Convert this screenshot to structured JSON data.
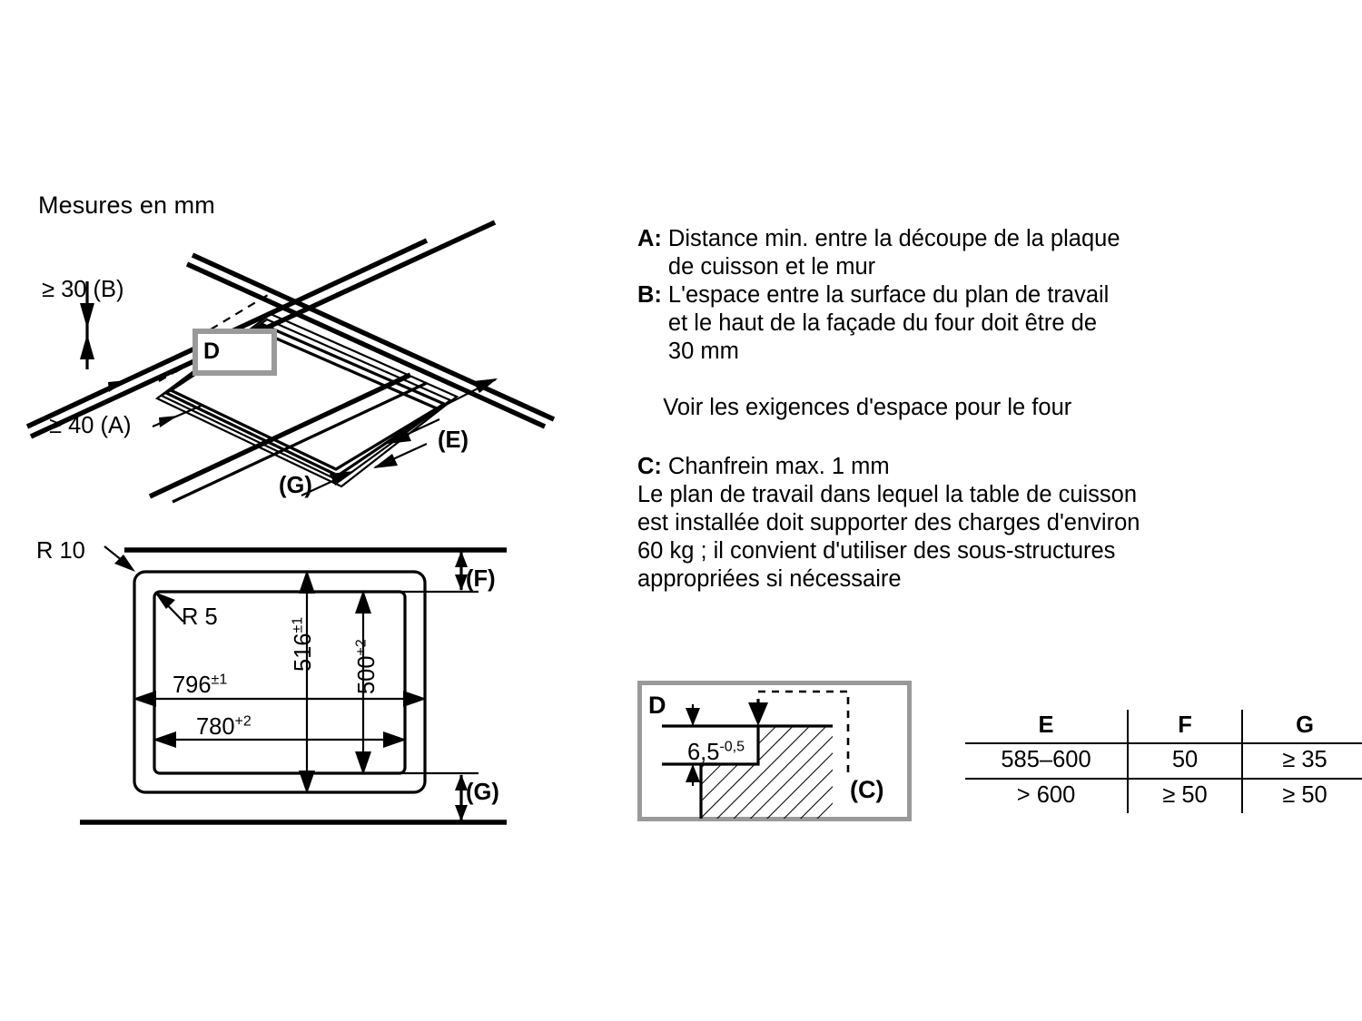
{
  "heading": "Mesures en mm",
  "iso_diagram": {
    "label_b": "≥ 30 (B)",
    "label_a": "≥ 40 (A)",
    "label_e": "(E)",
    "label_g": "(G)",
    "callout_d": "D"
  },
  "cutout_diagram": {
    "radius_outer": "R 10",
    "radius_inner": "R 5",
    "width_outer_value": "796",
    "width_outer_tol": "±1",
    "width_inner_value": "780",
    "width_inner_tol": "+2",
    "height_outer_value": "516",
    "height_outer_tol": "±1",
    "height_inner_value": "500",
    "height_inner_tol": "+2",
    "label_f": "(F)",
    "label_g": "(G)"
  },
  "detail_d": {
    "title": "D",
    "depth_value": "6,5",
    "depth_tol": "-0,5",
    "label_c": "(C)"
  },
  "notes": {
    "a_key": "A:",
    "a_lines": [
      "Distance min. entre la découpe de la plaque",
      "de cuisson et le mur"
    ],
    "b_key": "B:",
    "b_lines": [
      "L'espace entre la surface du plan de travail",
      "et le haut de la façade du four doit être de",
      "30 mm"
    ],
    "oven_note": "Voir les exigences d'espace pour le four",
    "c_key": "C:",
    "c_first_line": "Chanfrein max. 1 mm",
    "c_lines": [
      "Le plan de travail dans lequel la table de cuisson",
      "est installée doit supporter des charges d'environ",
      "60 kg ; il convient d'utiliser des sous-structures",
      "appropriées si nécessaire"
    ]
  },
  "efg_table": {
    "headers": [
      "E",
      "F",
      "G"
    ],
    "rows": [
      [
        "585–600",
        "50",
        "≥ 35"
      ],
      [
        "> 600",
        "≥ 50",
        "≥ 50"
      ]
    ]
  },
  "colors": {
    "ink": "#000000",
    "callout_border": "#9a9a9a",
    "background": "#ffffff"
  }
}
